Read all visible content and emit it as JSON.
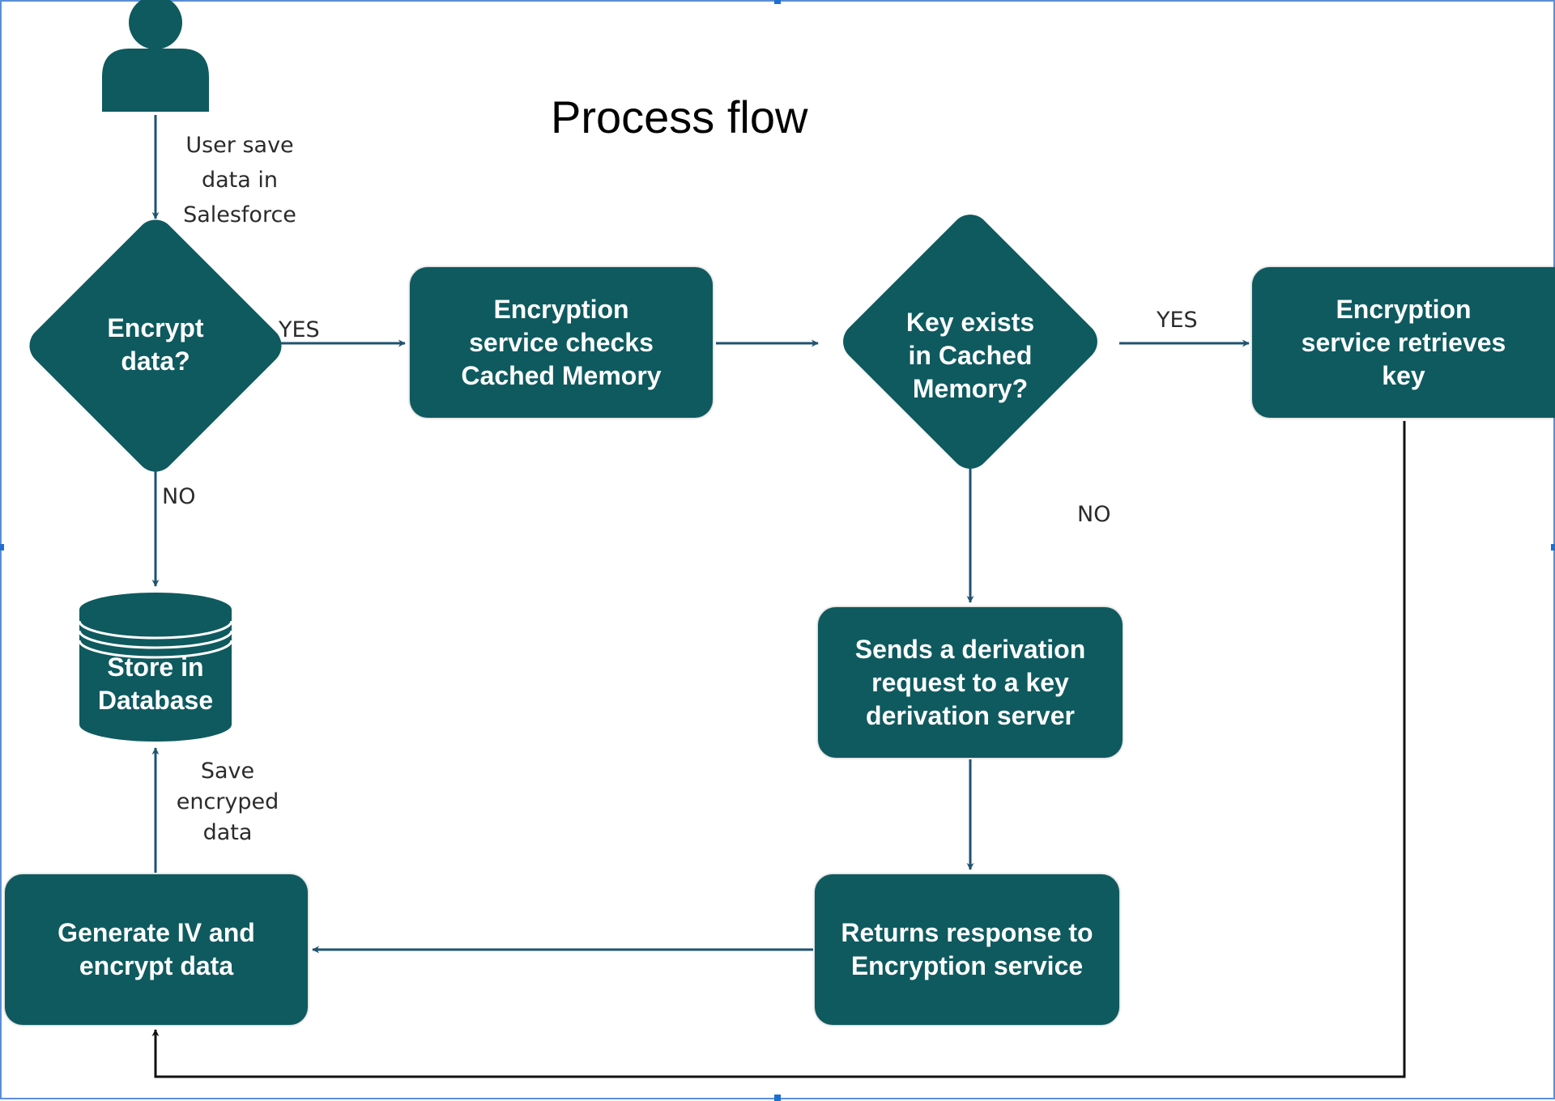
{
  "title": "Process flow",
  "nodes": {
    "user": "user-icon",
    "encrypt_decision": "Encrypt\ndata?",
    "check_cache": "Encryption\nservice checks\nCached Memory",
    "key_exists_decision": "Key exists\nin Cached\nMemory?",
    "retrieve_key": "Encryption\nservice retrieves\nkey",
    "store_db": "Store in\nDatabase",
    "derivation_request": "Sends a derivation\nrequest to a key\nderivation server",
    "returns_response": "Returns response to\nEncryption service",
    "generate_iv": "Generate IV and\nencrypt data"
  },
  "edges": {
    "user_save": "User save\ndata in\nSalesforce",
    "encrypt_yes": "YES",
    "encrypt_no": "NO",
    "key_yes": "YES",
    "key_no": "NO",
    "save_encrypted": "Save\nencryped\ndata"
  },
  "colors": {
    "node_fill": "#0e5a5f",
    "connector": "#1f5370",
    "return_line": "#111111"
  }
}
